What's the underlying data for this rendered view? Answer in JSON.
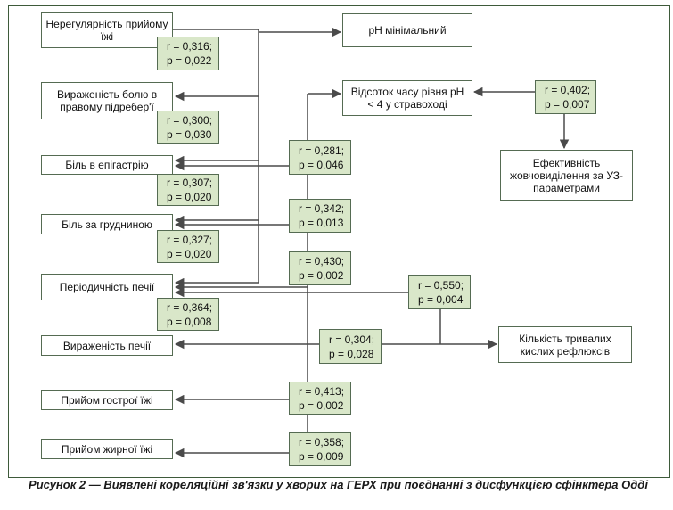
{
  "colors": {
    "line": "#4a4a4a",
    "stat_fill": "#d9e7c9",
    "border": "#556b52"
  },
  "nodes": {
    "irregular_meals": "Нерегулярність прийому їжі",
    "pain_right_hypochondrium": "Вираженість болю в правому підребер'ї",
    "epigastric_pain": "Біль в епігастрію",
    "retrosternal_pain": "Біль за грудниною",
    "heartburn_frequency": "Періодичність печії",
    "heartburn_severity": "Вираженість печії",
    "spicy_food": "Прийом гострої їжі",
    "fatty_food": "Прийом жирної їжі",
    "ph_min": "pH мінімальний",
    "time_ph_below_4": "Відсоток часу рівня pH < 4 у стравоході",
    "bile_efficiency": "Ефективність жовчовиділення за УЗ-параметрами",
    "acid_reflux_count": "Кількість тривалих кислих рефлюксів"
  },
  "stats": [
    {
      "r": "r = 0,316;",
      "p": "p = 0,022"
    },
    {
      "r": "r = 0,300;",
      "p": "p = 0,030"
    },
    {
      "r": "r = 0,307;",
      "p": "p = 0,020"
    },
    {
      "r": "r = 0,327;",
      "p": "p = 0,020"
    },
    {
      "r": "r = 0,364;",
      "p": "p = 0,008"
    },
    {
      "r": "r = 0,281;",
      "p": "p = 0,046"
    },
    {
      "r": "r = 0,342;",
      "p": "p = 0,013"
    },
    {
      "r": "r = 0,430;",
      "p": "p = 0,002"
    },
    {
      "r": "r = 0,413;",
      "p": "p = 0,002"
    },
    {
      "r": "r = 0,358;",
      "p": "p = 0,009"
    },
    {
      "r": "r = 0,402;",
      "p": "p = 0,007"
    },
    {
      "r": "r = 0,550;",
      "p": "p = 0,004"
    },
    {
      "r": "r = 0,304;",
      "p": "p = 0,028"
    }
  ],
  "caption": "Рисунок 2 — Виявлені кореляційні зв'язки у хворих на ГЕРХ при поєднанні з дисфункцією сфінктера Одді"
}
